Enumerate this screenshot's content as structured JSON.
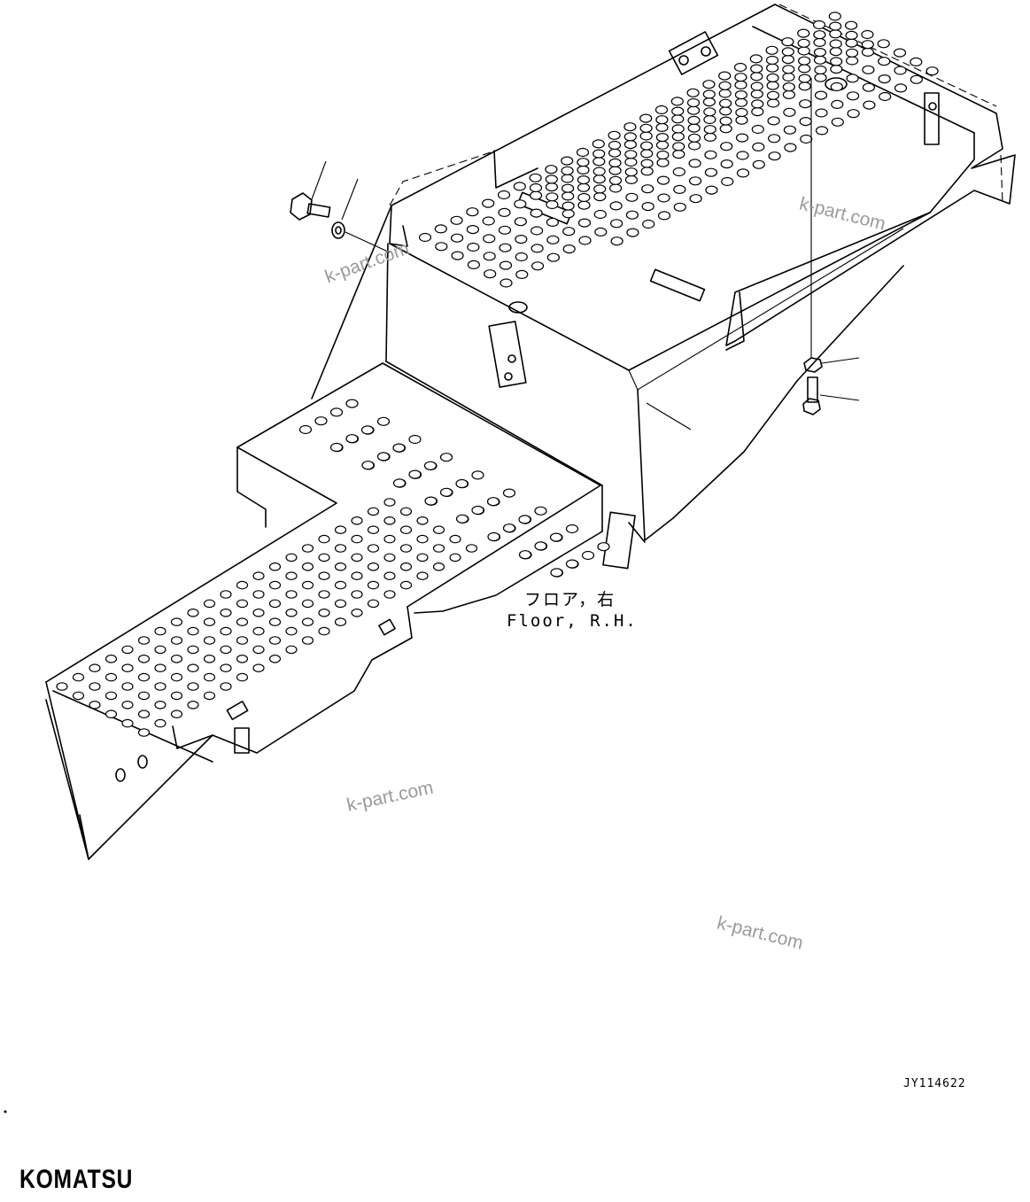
{
  "part_label": {
    "japanese": "フロア，右",
    "english": "Floor, R.H."
  },
  "figure_code": "JY114622",
  "brand_logo": "KOMATSU",
  "watermarks": [
    "k-part.com",
    "k-part.com",
    "k-part.com",
    "k-part.com"
  ]
}
